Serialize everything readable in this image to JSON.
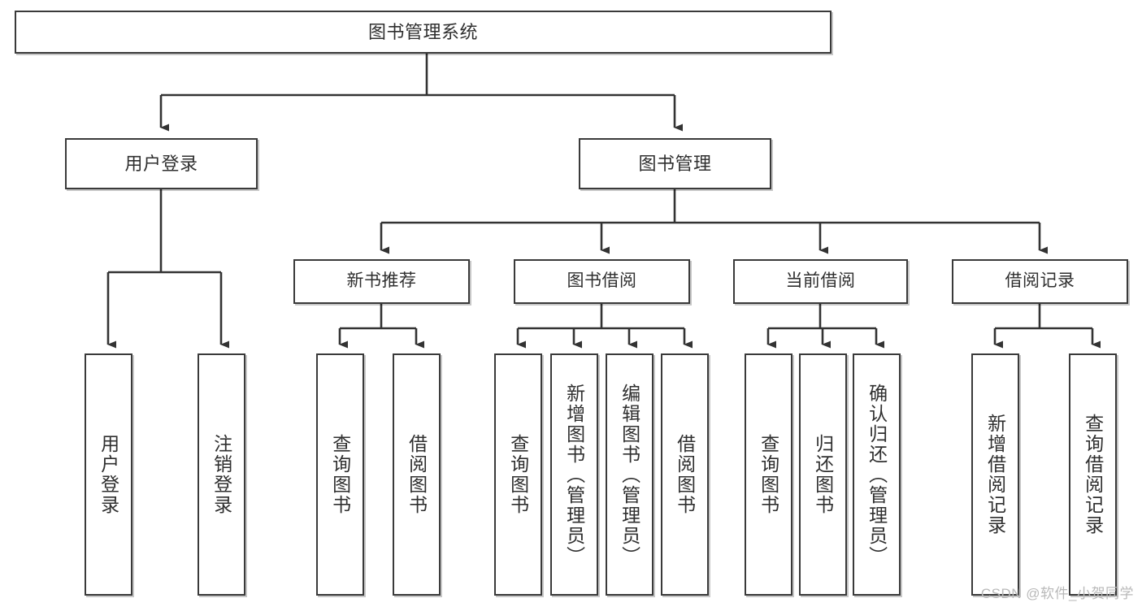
{
  "diagram": {
    "title": "图书管理系统",
    "type": "tree",
    "watermark": "CSDN @软件_小贺同学",
    "colors": {
      "node_border": "#3a3a3a",
      "node_fill": "#ffffff",
      "connector": "#333333",
      "text": "#2f2f2f",
      "watermark": "#b9b9b9",
      "background": "#ffffff"
    },
    "root": {
      "label": "图书管理系统"
    },
    "level2": [
      {
        "label": "用户登录"
      },
      {
        "label": "图书管理"
      }
    ],
    "level3": [
      {
        "label": "新书推荐"
      },
      {
        "label": "图书借阅"
      },
      {
        "label": "当前借阅"
      },
      {
        "label": "借阅记录"
      }
    ],
    "leaves": {
      "user_login": [
        {
          "label": "用户登录"
        },
        {
          "label": "注销登录"
        }
      ],
      "new_book_recommend": [
        {
          "label": "查询图书"
        },
        {
          "label": "借阅图书"
        }
      ],
      "book_borrow": [
        {
          "label": "查询图书"
        },
        {
          "label": "新增图书（管理员）"
        },
        {
          "label": "编辑图书（管理员）"
        },
        {
          "label": "借阅图书"
        }
      ],
      "current_borrow": [
        {
          "label": "查询图书"
        },
        {
          "label": "归还图书"
        },
        {
          "label": "确认归还（管理员）"
        }
      ],
      "borrow_record": [
        {
          "label": "新增借阅记录"
        },
        {
          "label": "查询借阅记录"
        }
      ]
    }
  }
}
